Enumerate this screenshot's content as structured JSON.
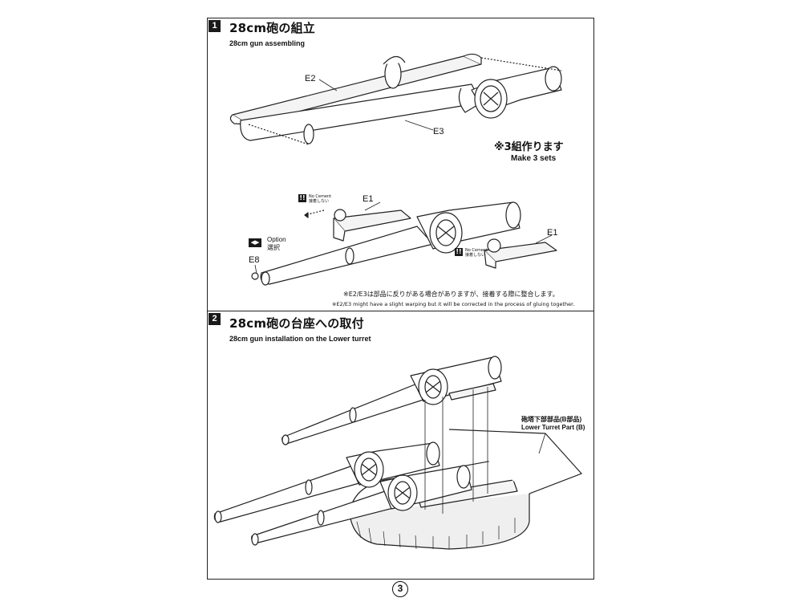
{
  "step1": {
    "number": "1",
    "title": "28cm砲の組立",
    "subtitle": "28cm gun assembling",
    "parts": {
      "e2": "E2",
      "e3": "E3",
      "e1_left": "E1",
      "e1_right": "E1",
      "e8": "E8"
    },
    "make_sets_jp": "※3組作ります",
    "make_sets_en": "Make 3 sets",
    "no_cement_en": "No Cement",
    "no_cement_jp": "接着しない",
    "warning_mark": "!!",
    "option_mark": "◀▶",
    "option_en": "Option",
    "option_jp": "選択",
    "note_jp": "※E2/E3は部品に反りがある場合がありますが、接着する際に整合します。",
    "note_en": "※E2/E3 might have a slight warping but it will be corrected in the process of gluing together."
  },
  "step2": {
    "number": "2",
    "title": "28cm砲の台座への取付",
    "subtitle": "28cm gun installation on the Lower turret",
    "part_label_jp": "砲塔下部部品(B部品)",
    "part_label_en": "Lower Turret Part (B)"
  },
  "page_number": "3",
  "colors": {
    "line": "#222222",
    "fill": "#ffffff",
    "shade": "#bdbdbd"
  }
}
